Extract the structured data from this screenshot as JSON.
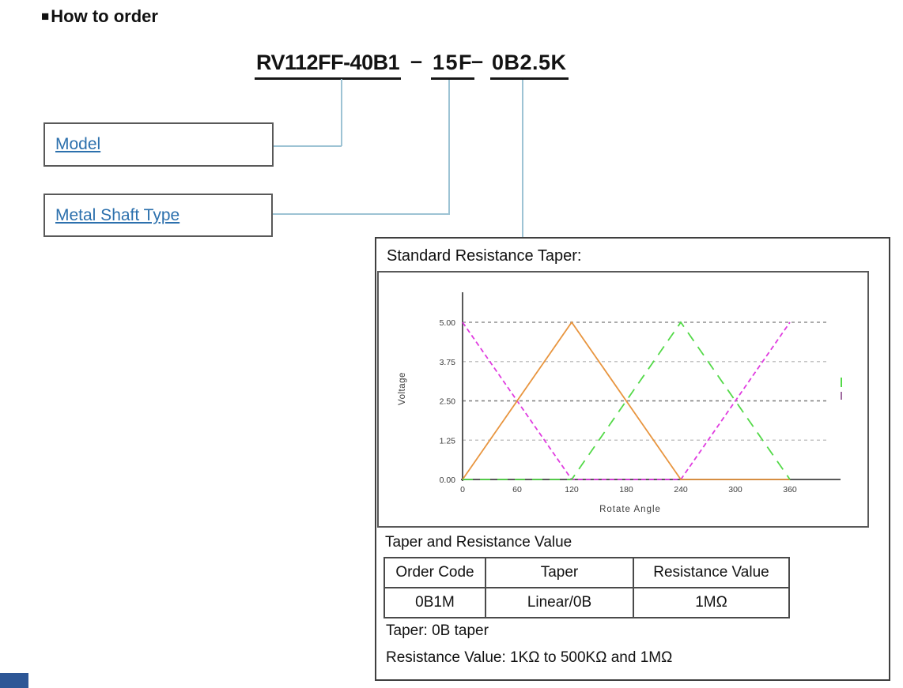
{
  "page": {
    "heading_marker": "■",
    "heading": "How to order"
  },
  "order_code": {
    "separator": "–",
    "segments": [
      {
        "text": "RV112FF-40B1",
        "meaning": "model"
      },
      {
        "text": "15F",
        "meaning": "metal-shaft-type"
      },
      {
        "text": "0B2.5K",
        "meaning": "taper-and-resistance"
      }
    ]
  },
  "labels": {
    "model": "Model",
    "metal_shaft_type": "Metal Shaft Type"
  },
  "taper_panel": {
    "title": "Standard Resistance Taper:",
    "table_title": "Taper and Resistance Value",
    "table": {
      "headers": [
        "Order Code",
        "Taper",
        "Resistance Value"
      ],
      "rows": [
        [
          "0B1M",
          "Linear/0B",
          "1MΩ"
        ]
      ]
    },
    "notes": [
      "Taper: 0B taper",
      "Resistance Value: 1KΩ to 500KΩ and 1MΩ"
    ]
  },
  "chart_data": {
    "type": "line",
    "title": "",
    "xlabel": "Rotate Angle",
    "ylabel": "Voltage",
    "xlim": [
      0,
      415
    ],
    "ylim": [
      0,
      6.6
    ],
    "x_ticks": [
      0,
      60,
      120,
      180,
      240,
      300,
      360
    ],
    "y_ticks": [
      {
        "label": "5.00",
        "value": 5,
        "grid": "#8f8f8f"
      },
      {
        "label": "3.75",
        "value": 3.75,
        "grid": "#c4c4c4"
      },
      {
        "label": "2.50",
        "value": 2.5,
        "grid": "#7d7d7d"
      },
      {
        "label": "1.25",
        "value": 1.25,
        "grid": "#c4c4c4"
      },
      {
        "label": "0.00",
        "value": 0,
        "grid": null
      }
    ],
    "grid": true,
    "legend_position": "clipped-right-edge",
    "x": [
      0,
      120,
      240,
      360
    ],
    "series": [
      {
        "name": "taper-curve-magenta",
        "color": "#e03ce0",
        "dash": "6 4",
        "values": [
          5,
          0,
          0,
          5
        ]
      },
      {
        "name": "taper-curve-orange",
        "color": "#e8953f",
        "dash": null,
        "values": [
          0,
          5,
          0,
          0
        ]
      },
      {
        "name": "taper-curve-green",
        "color": "#53d948",
        "dash": "13 9",
        "values": [
          0,
          0,
          5,
          0
        ]
      }
    ],
    "clipped_legend_marks": [
      {
        "color": "#53d948"
      },
      {
        "color": "#a06ba0"
      }
    ]
  },
  "colors": {
    "link": "#2c70ad",
    "connector": "#9dc3d4",
    "box_border": "#595959",
    "accent_bar": "#2d5796"
  }
}
